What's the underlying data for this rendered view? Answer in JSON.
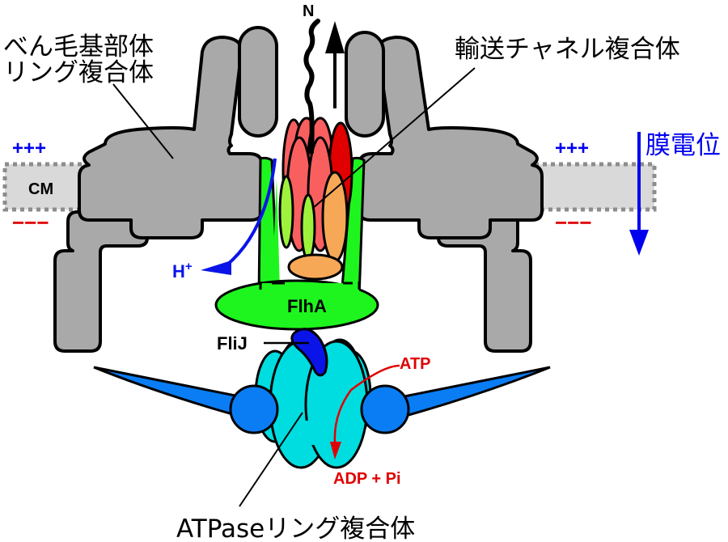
{
  "labels": {
    "basal_body_ring": [
      "べん毛基部体",
      "リング複合体"
    ],
    "export_channel": "輸送チャネル複合体",
    "membrane_potential": "膜電位",
    "atpase_ring": "ATPaseリング複合体",
    "n_terminus": "N",
    "cm": "CM",
    "plus_left": "+++",
    "minus_left": "−−−",
    "plus_right": "+++",
    "minus_right": "−−−",
    "proton": "H",
    "proton_sup": "+",
    "flha": "FlhA",
    "flij": "FliJ",
    "atp": "ATP",
    "adp_pi": "ADP + Pi"
  },
  "colors": {
    "ring_gray": "#a9a9a9",
    "membrane_fill": "#d9d9d9",
    "membrane_border": "#8c8c8c",
    "flha_green": "#1ef51e",
    "channel_red_light": "#fa5f5f",
    "channel_red_dark": "#e00000",
    "channel_lime": "#9ef23c",
    "channel_orange": "#f7a857",
    "atpase_cyan": "#00dde0",
    "stalk_blue": "#0a7df5",
    "flij_blue": "#0a14e8",
    "plus_blue": "#0000ee",
    "minus_red": "#e00000",
    "atp_red": "#e00000"
  }
}
